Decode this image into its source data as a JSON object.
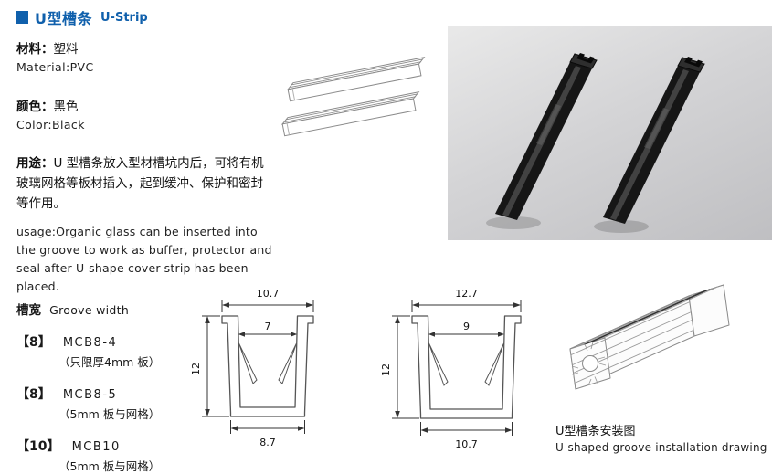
{
  "header": {
    "title_zh": "U型槽条",
    "title_en": "U-Strip"
  },
  "specs": {
    "material_label": "材料：",
    "material_value": "塑料",
    "material_en": "Material:PVC",
    "color_label": "颜色：",
    "color_value": "黑色",
    "color_en": "Color:Black",
    "usage_label": "用途：",
    "usage_zh": "U 型槽条放入型材槽坑内后，可将有机玻璃网格等板材插入，起到缓冲、保护和密封等作用。",
    "usage_en": "usage:Organic glass can be inserted into the groove to work as buffer, protector and seal after U-shape cover-strip has been placed."
  },
  "groove_width": {
    "label_zh": "槽宽",
    "label_en": "Groove width",
    "items": [
      {
        "bracket": "【8】",
        "model": "MCB8-4",
        "note": "（只限厚4mm 板）"
      },
      {
        "bracket": "【8】",
        "model": "MCB8-5",
        "note": "（5mm 板与网格）"
      },
      {
        "bracket": "【10】",
        "model": "MCB10",
        "note": "（5mm 板与网格）"
      }
    ]
  },
  "sections": [
    {
      "top_width": "10.7",
      "inner_width": "7",
      "height": "12",
      "bottom_width": "8.7"
    },
    {
      "top_width": "12.7",
      "inner_width": "9",
      "height": "12",
      "bottom_width": "10.7"
    }
  ],
  "installation": {
    "caption_zh": "U型槽条安装图",
    "caption_en": "U-shaped groove installation drawing"
  },
  "colors": {
    "accent_blue": "#1060ac",
    "strip_black": "#161616"
  }
}
